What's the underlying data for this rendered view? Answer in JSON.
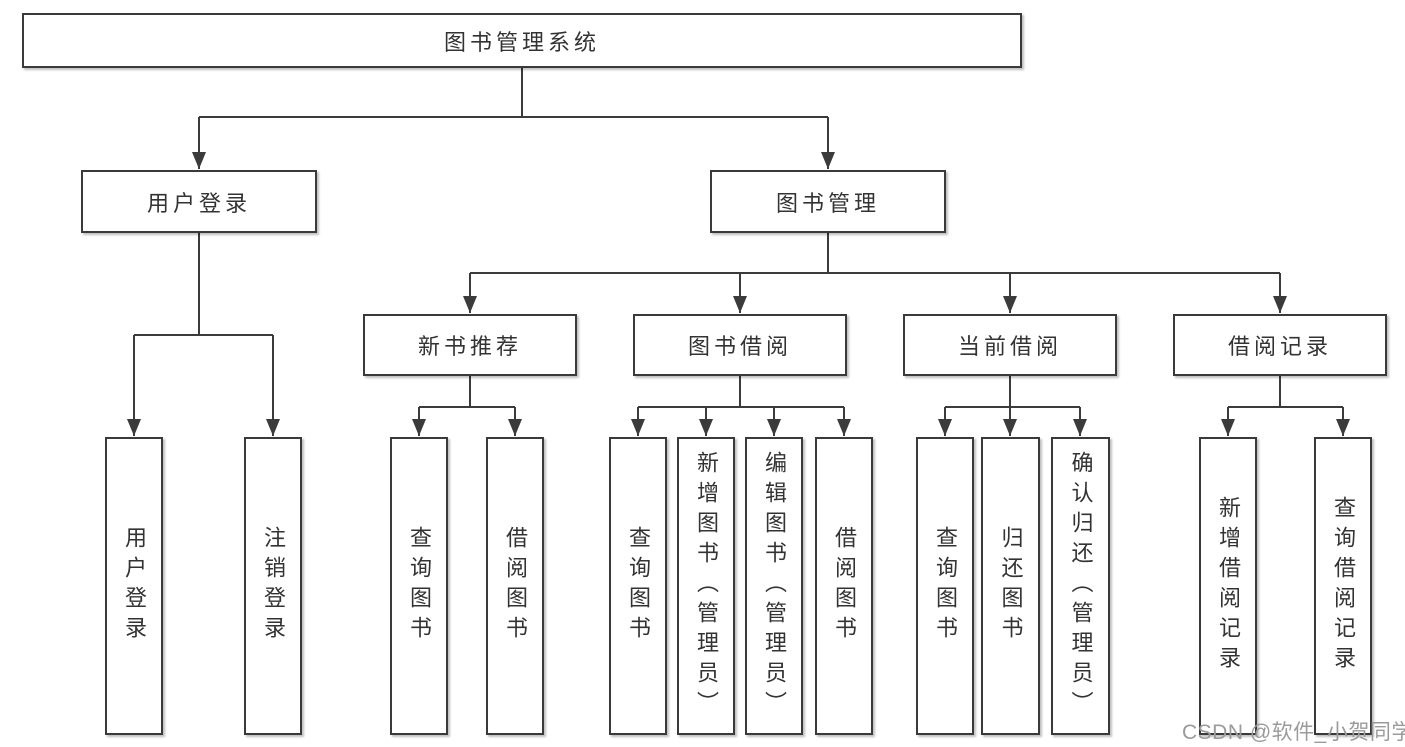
{
  "diagram": {
    "root": {
      "label": "图书管理系统"
    },
    "level2": [
      {
        "label": "用户登录"
      },
      {
        "label": "图书管理"
      }
    ],
    "level3": [
      {
        "label": "新书推荐",
        "parent": "图书管理"
      },
      {
        "label": "图书借阅",
        "parent": "图书管理"
      },
      {
        "label": "当前借阅",
        "parent": "图书管理"
      },
      {
        "label": "借阅记录",
        "parent": "图书管理"
      }
    ],
    "leaves": [
      {
        "label": "用户登录",
        "parent": "用户登录"
      },
      {
        "label": "注销登录",
        "parent": "用户登录"
      },
      {
        "label": "查询图书",
        "parent": "新书推荐"
      },
      {
        "label": "借阅图书",
        "parent": "新书推荐"
      },
      {
        "label": "查询图书",
        "parent": "图书借阅"
      },
      {
        "label": "新增图书（管理员）",
        "parent": "图书借阅"
      },
      {
        "label": "编辑图书（管理员）",
        "parent": "图书借阅"
      },
      {
        "label": "借阅图书",
        "parent": "图书借阅"
      },
      {
        "label": "查询图书",
        "parent": "当前借阅"
      },
      {
        "label": "归还图书",
        "parent": "当前借阅"
      },
      {
        "label": "确认归还（管理员）",
        "parent": "当前借阅"
      },
      {
        "label": "新增借阅记录",
        "parent": "借阅记录"
      },
      {
        "label": "查询借阅记录",
        "parent": "借阅记录"
      }
    ]
  },
  "watermark": "CSDN @软件_小贺同学",
  "colors": {
    "line": "#3b3b3b",
    "box_border": "#3a3a3a",
    "text": "#333333",
    "watermark_text": "#9b9b9b",
    "background": "#ffffff"
  }
}
